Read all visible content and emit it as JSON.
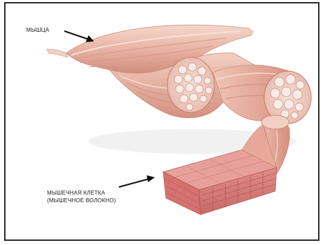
{
  "labels": {
    "muscle": "МЫШЦА",
    "cell_line1": "МЫШЕЧНАЯ КЛЕТКА",
    "cell_line2": "(МЫШЕЧНОЕ ВОЛОКНО)"
  },
  "colors": {
    "muscle_light": "#f2cdbf",
    "muscle_mid": "#e3a898",
    "muscle_dark": "#c97c6c",
    "fiber_edge": "#b8665a",
    "cell_face": "#d77a78",
    "outline": "#1a1a1a"
  }
}
